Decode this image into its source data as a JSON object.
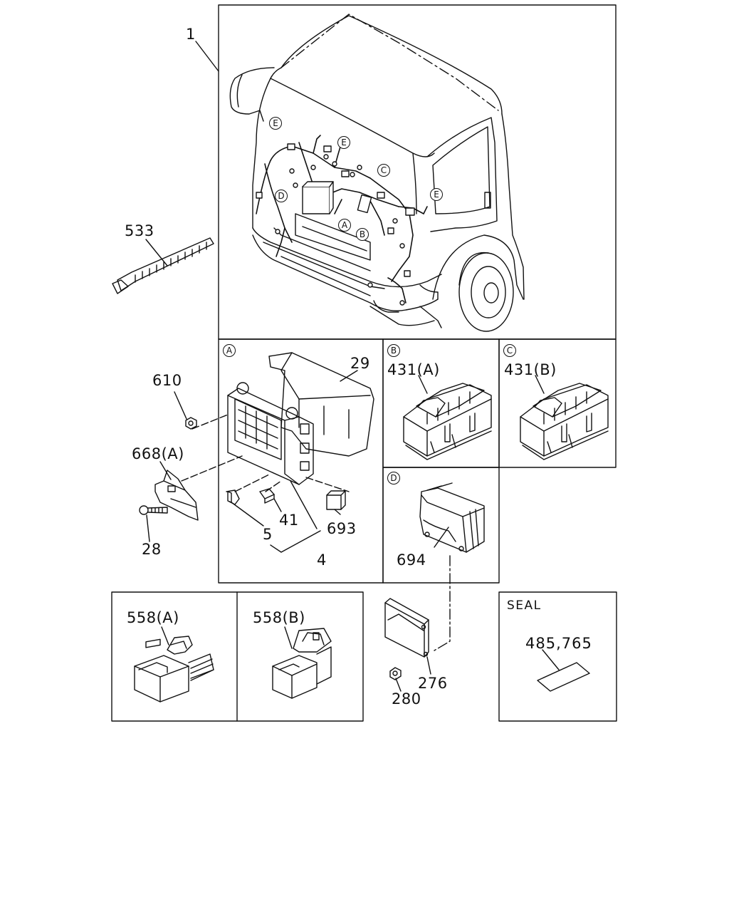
{
  "labels": {
    "p1": "1",
    "p533": "533",
    "p610": "610",
    "p668a": "668(A)",
    "p28": "28",
    "p29": "29",
    "p5": "5",
    "p41": "41",
    "p4": "4",
    "p693": "693",
    "p431a": "431(A)",
    "p431b": "431(B)",
    "p694": "694",
    "p558a": "558(A)",
    "p558b": "558(B)",
    "p276": "276",
    "p280": "280",
    "seal_title": "SEAL",
    "p485_765": "485,765"
  },
  "markers": {
    "A": "A",
    "B": "B",
    "C": "C",
    "D": "D",
    "E": "E"
  },
  "icons": [
    "truck-cab-outline",
    "wire-harness",
    "cable-tie",
    "fuse-relay-box",
    "relay",
    "ecu-module",
    "connector",
    "nut",
    "bolt",
    "bracket",
    "seal-label"
  ]
}
